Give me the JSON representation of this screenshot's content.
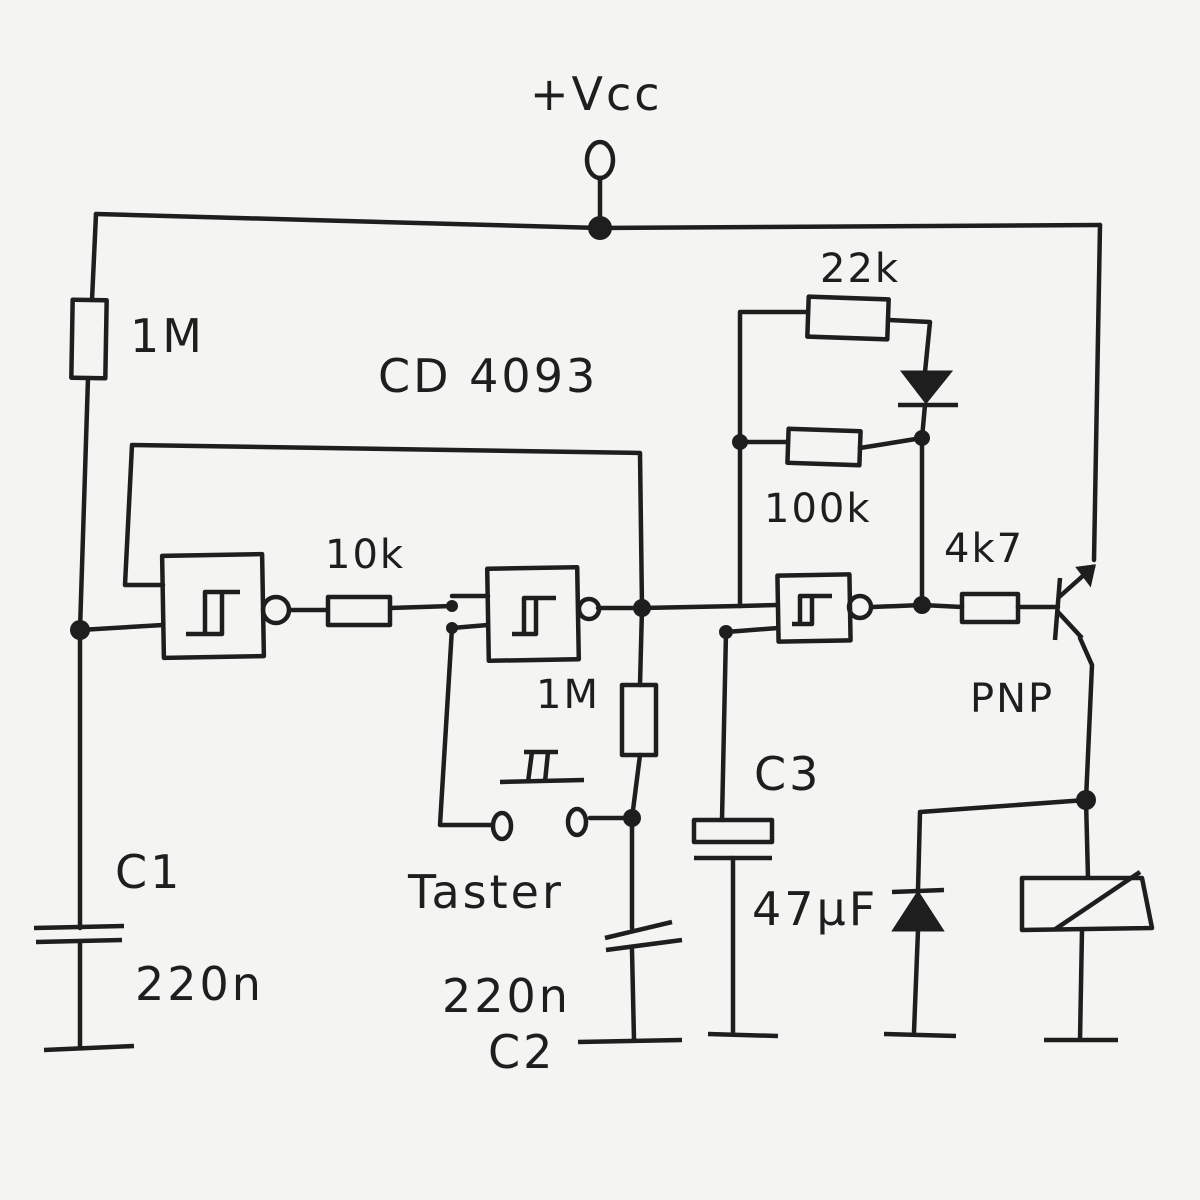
{
  "labels": {
    "vcc": "+Vcc",
    "ic": "CD 4093",
    "r1": "1M",
    "r10k": "10k",
    "r1m_2": "1M",
    "r22k": "22k",
    "r100k": "100k",
    "r4k7": "4k7",
    "transistor": "PNP",
    "c1_name": "C1",
    "c1_value": "220n",
    "c2_value": "220n",
    "c2_name": "C2",
    "c3_name": "C3",
    "c3_value": "47µF",
    "switch": "Taster"
  }
}
